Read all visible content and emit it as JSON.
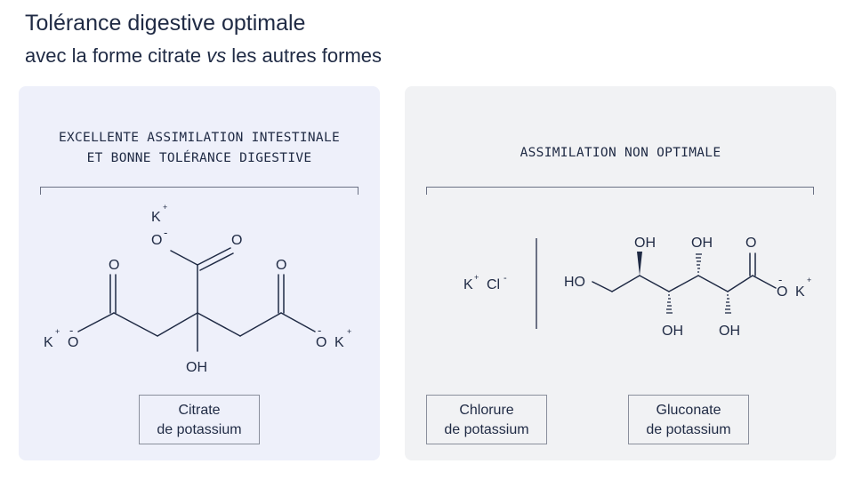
{
  "header": {
    "title": "Tolérance digestive optimale",
    "subtitle_pre": "avec la forme citrate ",
    "subtitle_em": "vs",
    "subtitle_post": " les autres formes"
  },
  "left_panel": {
    "heading_line1": "EXCELLENTE ASSIMILATION INTESTINALE",
    "heading_line2": "ET BONNE TOLÉRANCE DIGESTIVE",
    "molecule": {
      "atoms": [
        "K",
        "O",
        "O",
        "O",
        "O",
        "K",
        "O",
        "O",
        "K",
        "OH"
      ],
      "charge_plus": "+",
      "charge_minus": "-"
    },
    "label_line1": "Citrate",
    "label_line2": "de potassium"
  },
  "right_panel": {
    "heading": "ASSIMILATION NON OPTIMALE",
    "kcl": {
      "k": "K",
      "k_charge": "+",
      "cl": "Cl",
      "cl_charge": "-"
    },
    "gluconate": {
      "atoms": [
        "HO",
        "OH",
        "OH",
        "O",
        "O",
        "K",
        "OH",
        "OH"
      ],
      "charge_plus": "+",
      "charge_minus": "-"
    },
    "label1_line1": "Chlorure",
    "label1_line2": "de potassium",
    "label2_line1": "Gluconate",
    "label2_line2": "de potassium"
  },
  "colors": {
    "ink": "#1f2a44",
    "panel_left": "#eef0fa",
    "panel_right": "#f1f2f4",
    "bracket": "#6b7184"
  }
}
